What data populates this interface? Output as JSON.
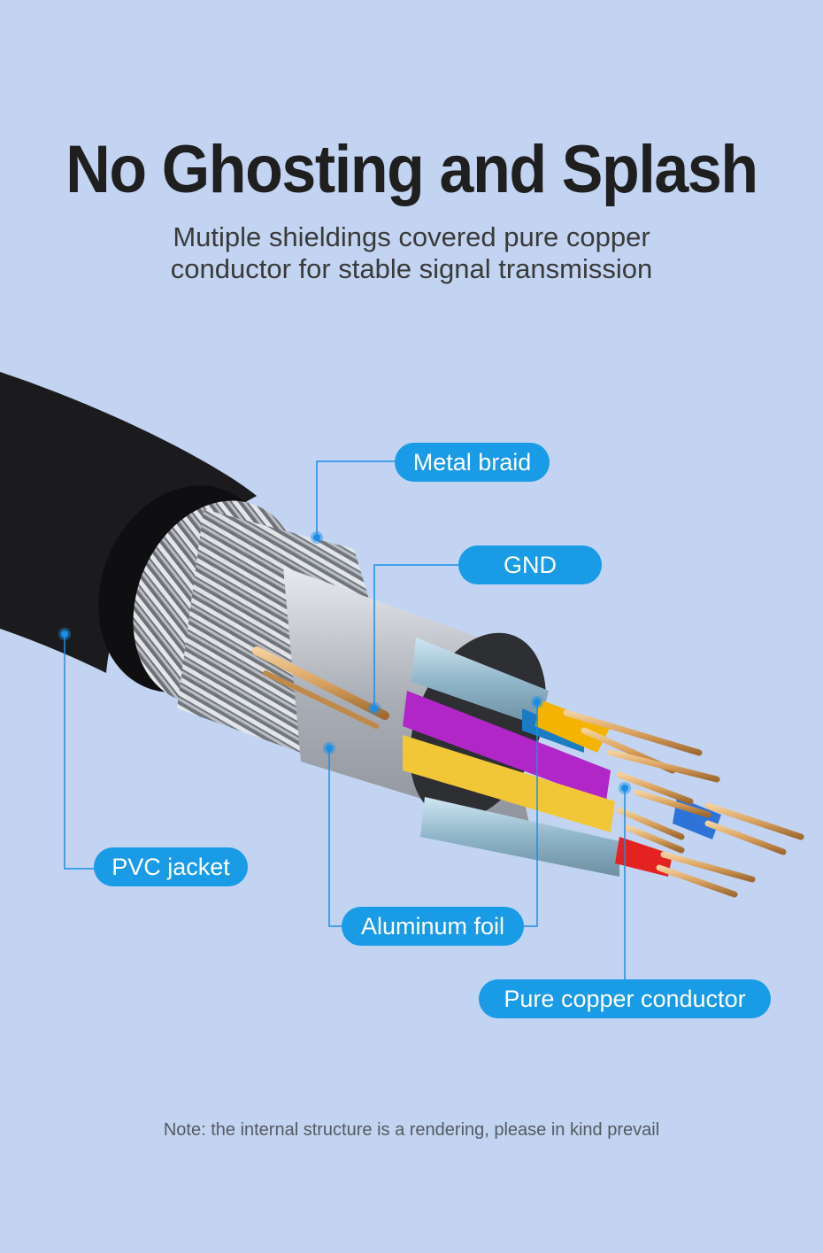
{
  "headline": "No Ghosting and Splash",
  "subtitle": {
    "line1": "Mutiple shieldings covered pure copper",
    "line2": "conductor for stable signal transmission"
  },
  "callouts": [
    {
      "id": "metal-braid",
      "label": "Metal braid"
    },
    {
      "id": "gnd",
      "label": "GND"
    },
    {
      "id": "pvc-jacket",
      "label": "PVC jacket"
    },
    {
      "id": "aluminum-foil",
      "label": "Aluminum foil"
    },
    {
      "id": "pure-copper-conductor",
      "label": "Pure copper conductor"
    }
  ],
  "note": "Note: the internal structure is a rendering, please in kind prevail",
  "colors": {
    "background": "#c2d4f1",
    "callout": "#1a9be6",
    "jacket": "#1b1b1d",
    "copper": "#d9a15e"
  }
}
